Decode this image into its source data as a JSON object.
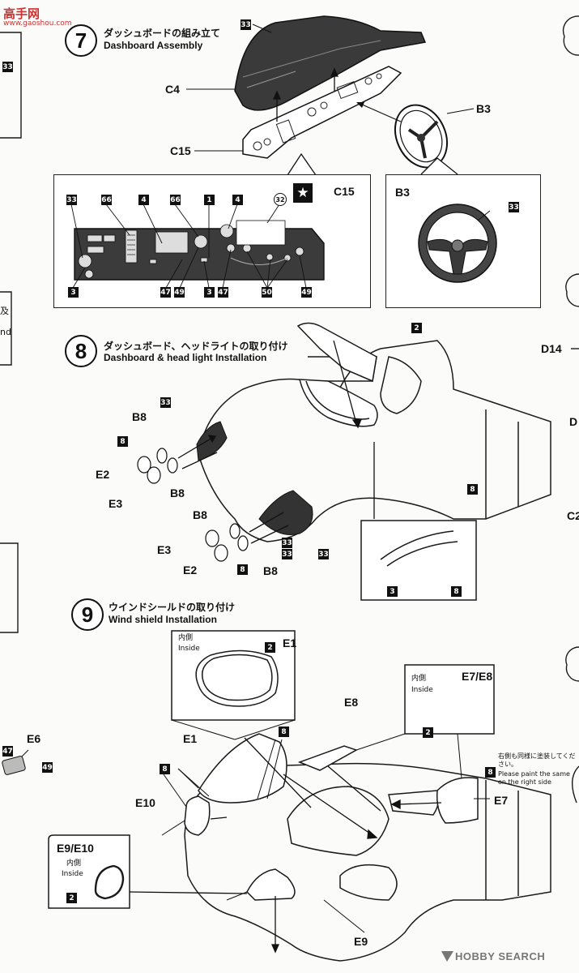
{
  "header": {
    "logo_cn": "高手网",
    "logo_url": "www.gaoshou.com"
  },
  "step7": {
    "num": "7",
    "title_jp": "ダッシュボードの組み立て",
    "title_en": "Dashboard Assembly",
    "labels": {
      "c4": "C4",
      "c15": "C15",
      "b3": "B3",
      "b3_detail": "B3",
      "c15_detail": "C15"
    },
    "paints": {
      "p33a": "33",
      "p33b": "33",
      "p66a": "66",
      "p4a": "4",
      "p66b": "66",
      "p1": "1",
      "p4b": "4",
      "p32": "32",
      "p3a": "3",
      "p47a": "47",
      "p49a": "49",
      "p3b": "3",
      "p47b": "47",
      "p50": "50",
      "p49b": "49",
      "p33wheel": "33"
    },
    "star": "★"
  },
  "step8": {
    "num": "8",
    "title_jp": "ダッシュボード、ヘッドライトの取り付け",
    "title_en": "Dashboard & head light Installation",
    "labels": {
      "b8a": "B8",
      "e2a": "E2",
      "e3a": "E3",
      "b8b": "B8",
      "b8c": "B8",
      "e3b": "E3",
      "e2b": "E2",
      "b8d": "B8"
    },
    "paints": {
      "p2": "2",
      "p33a": "33",
      "p8a": "8",
      "p8b": "8",
      "p33b": "33",
      "p8c": "8",
      "p33c": "33",
      "p33d": "33",
      "p3d": "3",
      "p8d": "8"
    }
  },
  "step9": {
    "num": "9",
    "title_jp": "ウインドシールドの取り付け",
    "title_en": "Wind shield Installation",
    "labels": {
      "e1a": "E1",
      "e1b": "E1",
      "e78": "E7/E8",
      "e8": "E8",
      "e10": "E10",
      "e7": "E7",
      "e910": "E9/E10",
      "e9": "E9"
    },
    "inside_jp": "内側",
    "inside_en": "Inside",
    "note_jp": "右側も同様に塗装してください。",
    "note_en": "Please paint the same on the right side",
    "paints": {
      "p2a": "2",
      "p8a": "8",
      "p8b": "8",
      "p2b": "2",
      "p8c": "8",
      "p2c": "2"
    }
  },
  "left_edge": {
    "p33": "33",
    "jp1": "及",
    "en1": "nd",
    "e6": "E6",
    "p47": "47",
    "p49": "49"
  },
  "right_edge": {
    "d14": "D14",
    "d": "D",
    "c2": "C2"
  },
  "watermark": "HOBBY SEARCH"
}
